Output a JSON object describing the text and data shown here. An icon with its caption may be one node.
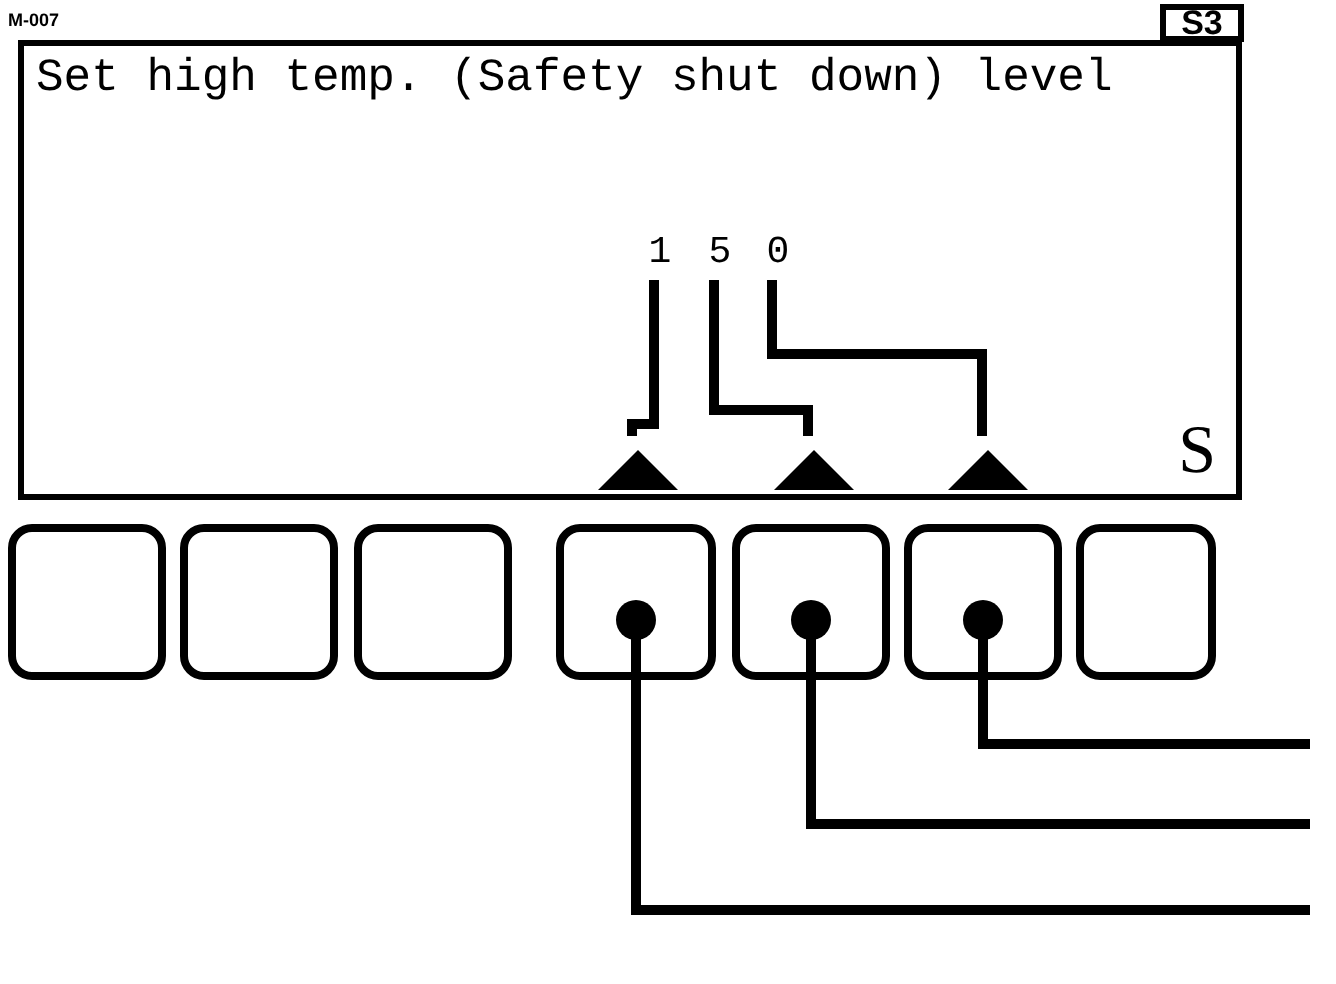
{
  "diagram": {
    "nodes": [
      {
        "text": [
          "S3"
        ]
      },
      {
        "text": [
          "Set high temp. (Safety shut down) level",
          "S"
        ]
      },
      {
        "text": [
          "1"
        ],
        "in": 1
      },
      {
        "text": [
          "5"
        ],
        "in": 1
      },
      {
        "text": [
          "0"
        ],
        "in": 1
      },
      {
        "text": [],
        "shape": "triangle",
        "in": 1
      },
      {
        "text": [],
        "shape": "triangle",
        "in": 1
      },
      {
        "text": [],
        "shape": "triangle",
        "in": 1
      },
      {
        "text": [],
        "shape": "box"
      },
      {
        "text": [],
        "shape": "box"
      },
      {
        "text": [],
        "shape": "box"
      },
      {
        "text": [],
        "shape": "box"
      },
      {
        "text": [],
        "shape": "box"
      },
      {
        "text": [],
        "shape": "box"
      },
      {
        "text": [],
        "shape": "box"
      }
    ],
    "edges": [
      {
        "from": 2,
        "to": 5,
        "arrow": "none"
      },
      {
        "from": 3,
        "to": 6,
        "arrow": "none"
      },
      {
        "from": 4,
        "to": 7,
        "arrow": "none"
      },
      {
        "from": 13,
        "to": null,
        "arrow": "other"
      },
      {
        "from": 12,
        "to": null,
        "arrow": "other"
      },
      {
        "from": 11,
        "to": null,
        "arrow": "other"
      }
    ],
    "labels": [
      "M-007"
    ]
  }
}
